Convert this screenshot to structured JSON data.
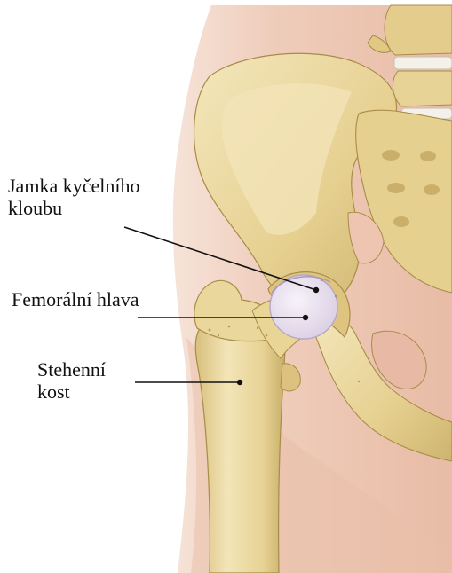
{
  "labels": {
    "acetabulum": {
      "line1": "Jamka kyčelního",
      "line2": "kloubu"
    },
    "femoral_head": {
      "text": "Femorální hlava"
    },
    "femur": {
      "line1": "Stehenní",
      "line2": "kost"
    }
  },
  "colors": {
    "background": "#ffffff",
    "skin_outer": "#f1d2c2",
    "skin_inner": "#e7b8a0",
    "bone": "#ecdba2",
    "bone_shadow": "#cdb46f",
    "bone_dark": "#a88c48",
    "cartilage": "#e9e3f0",
    "disc": "#f4f0ea",
    "leader_line": "#111111"
  }
}
